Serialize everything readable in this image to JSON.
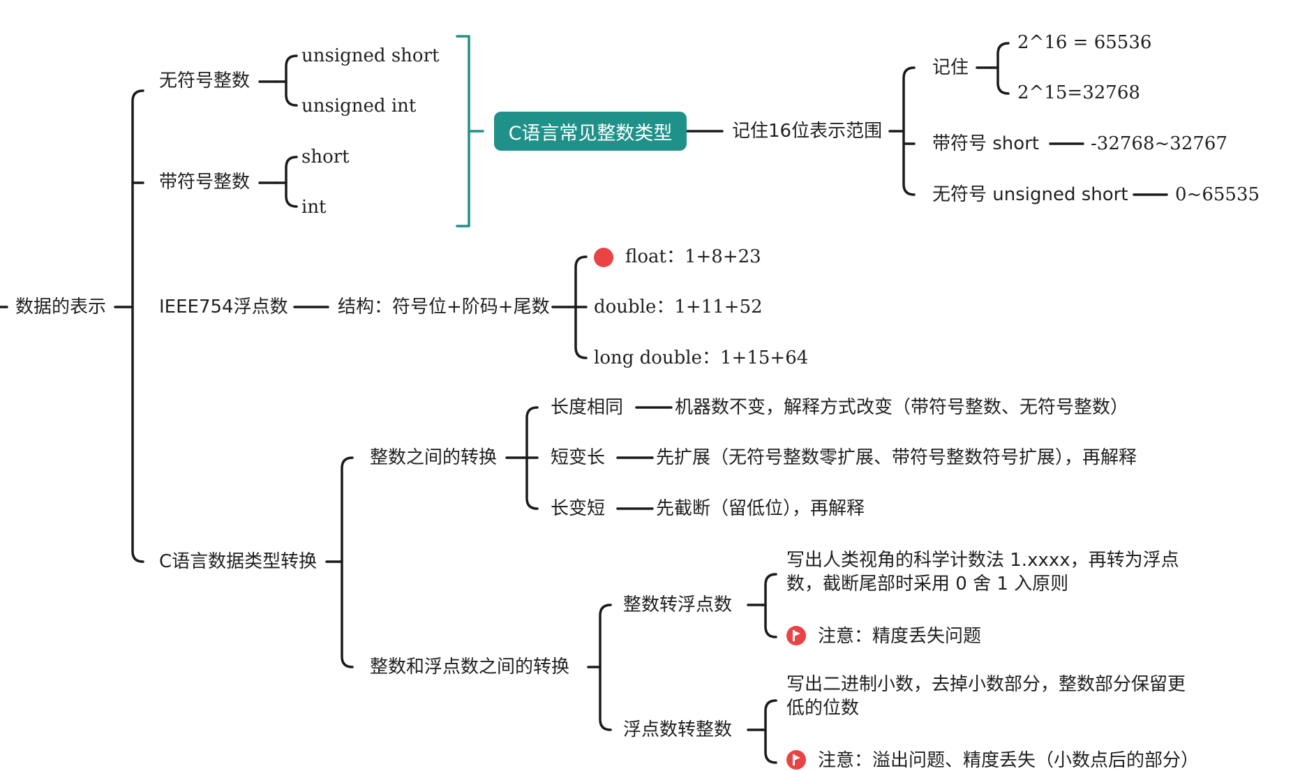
{
  "root": "数据的表示",
  "unsigned_int_group": {
    "label": "无符号整数",
    "items": [
      "unsigned short",
      "unsigned int"
    ]
  },
  "signed_int_group": {
    "label": "带符号整数",
    "items": [
      "short",
      "int"
    ]
  },
  "common_types": {
    "label": "C语言常见整数类型",
    "range": {
      "label": "记住16位表示范围",
      "remember": {
        "label": "记住",
        "items": [
          "2^16 = 65536",
          "2^15=32768"
        ]
      },
      "signed_short": {
        "label": "带符号 short",
        "value": "-32768~32767"
      },
      "unsigned_short": {
        "label": "无符号 unsigned short",
        "value": "0~65535"
      }
    }
  },
  "ieee754": {
    "label": "IEEE754浮点数",
    "structure": "结构：符号位+阶码+尾数",
    "items": [
      "float：1+8+23",
      "double：1+11+52",
      "long double：1+15+64"
    ]
  },
  "conversion": {
    "label": "C语言数据类型转换",
    "int_to_int": {
      "label": "整数之间的转换",
      "same_length": {
        "label": "长度相同",
        "value": "机器数不变，解释方式改变（带符号整数、无符号整数）"
      },
      "short_to_long": {
        "label": "短变长",
        "value": "先扩展（无符号整数零扩展、带符号整数符号扩展），再解释"
      },
      "long_to_short": {
        "label": "长变短",
        "value": "先截断（留低位），再解释"
      }
    },
    "int_float": {
      "label": "整数和浮点数之间的转换",
      "int_to_float": {
        "label": "整数转浮点数",
        "desc": "写出人类视角的科学计数法 1.xxxx，再转为浮点数，截断尾部时采用 0 舍 1 入原则",
        "note": "注意：精度丢失问题"
      },
      "float_to_int": {
        "label": "浮点数转整数",
        "desc": "写出二进制小数，去掉小数部分，整数部分保留更低的位数",
        "note": "注意：溢出问题、精度丢失（小数点后的部分）"
      }
    }
  },
  "colors": {
    "accent": "#1f9188",
    "marker": "#ea4343",
    "line": "#1a1a1a"
  },
  "icons": {
    "float_marker": "red-dot-icon",
    "note_marker": "flag-icon"
  }
}
